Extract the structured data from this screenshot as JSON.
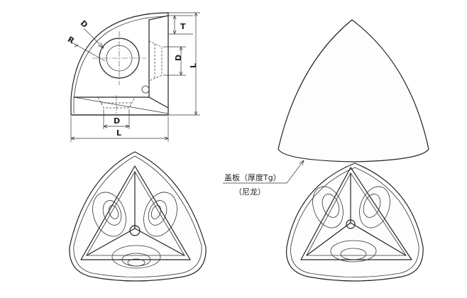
{
  "dimensions": {
    "diameter_top": "D",
    "radius": "R",
    "thickness": "T",
    "diameter_side": "D",
    "length_side": "L",
    "diameter_bottom": "D",
    "length_bottom": "L"
  },
  "callout": {
    "line1": "盖板（厚度Tg）",
    "line2": "（尼龙）"
  },
  "colors": {
    "line": "#222222",
    "background": "#ffffff"
  }
}
